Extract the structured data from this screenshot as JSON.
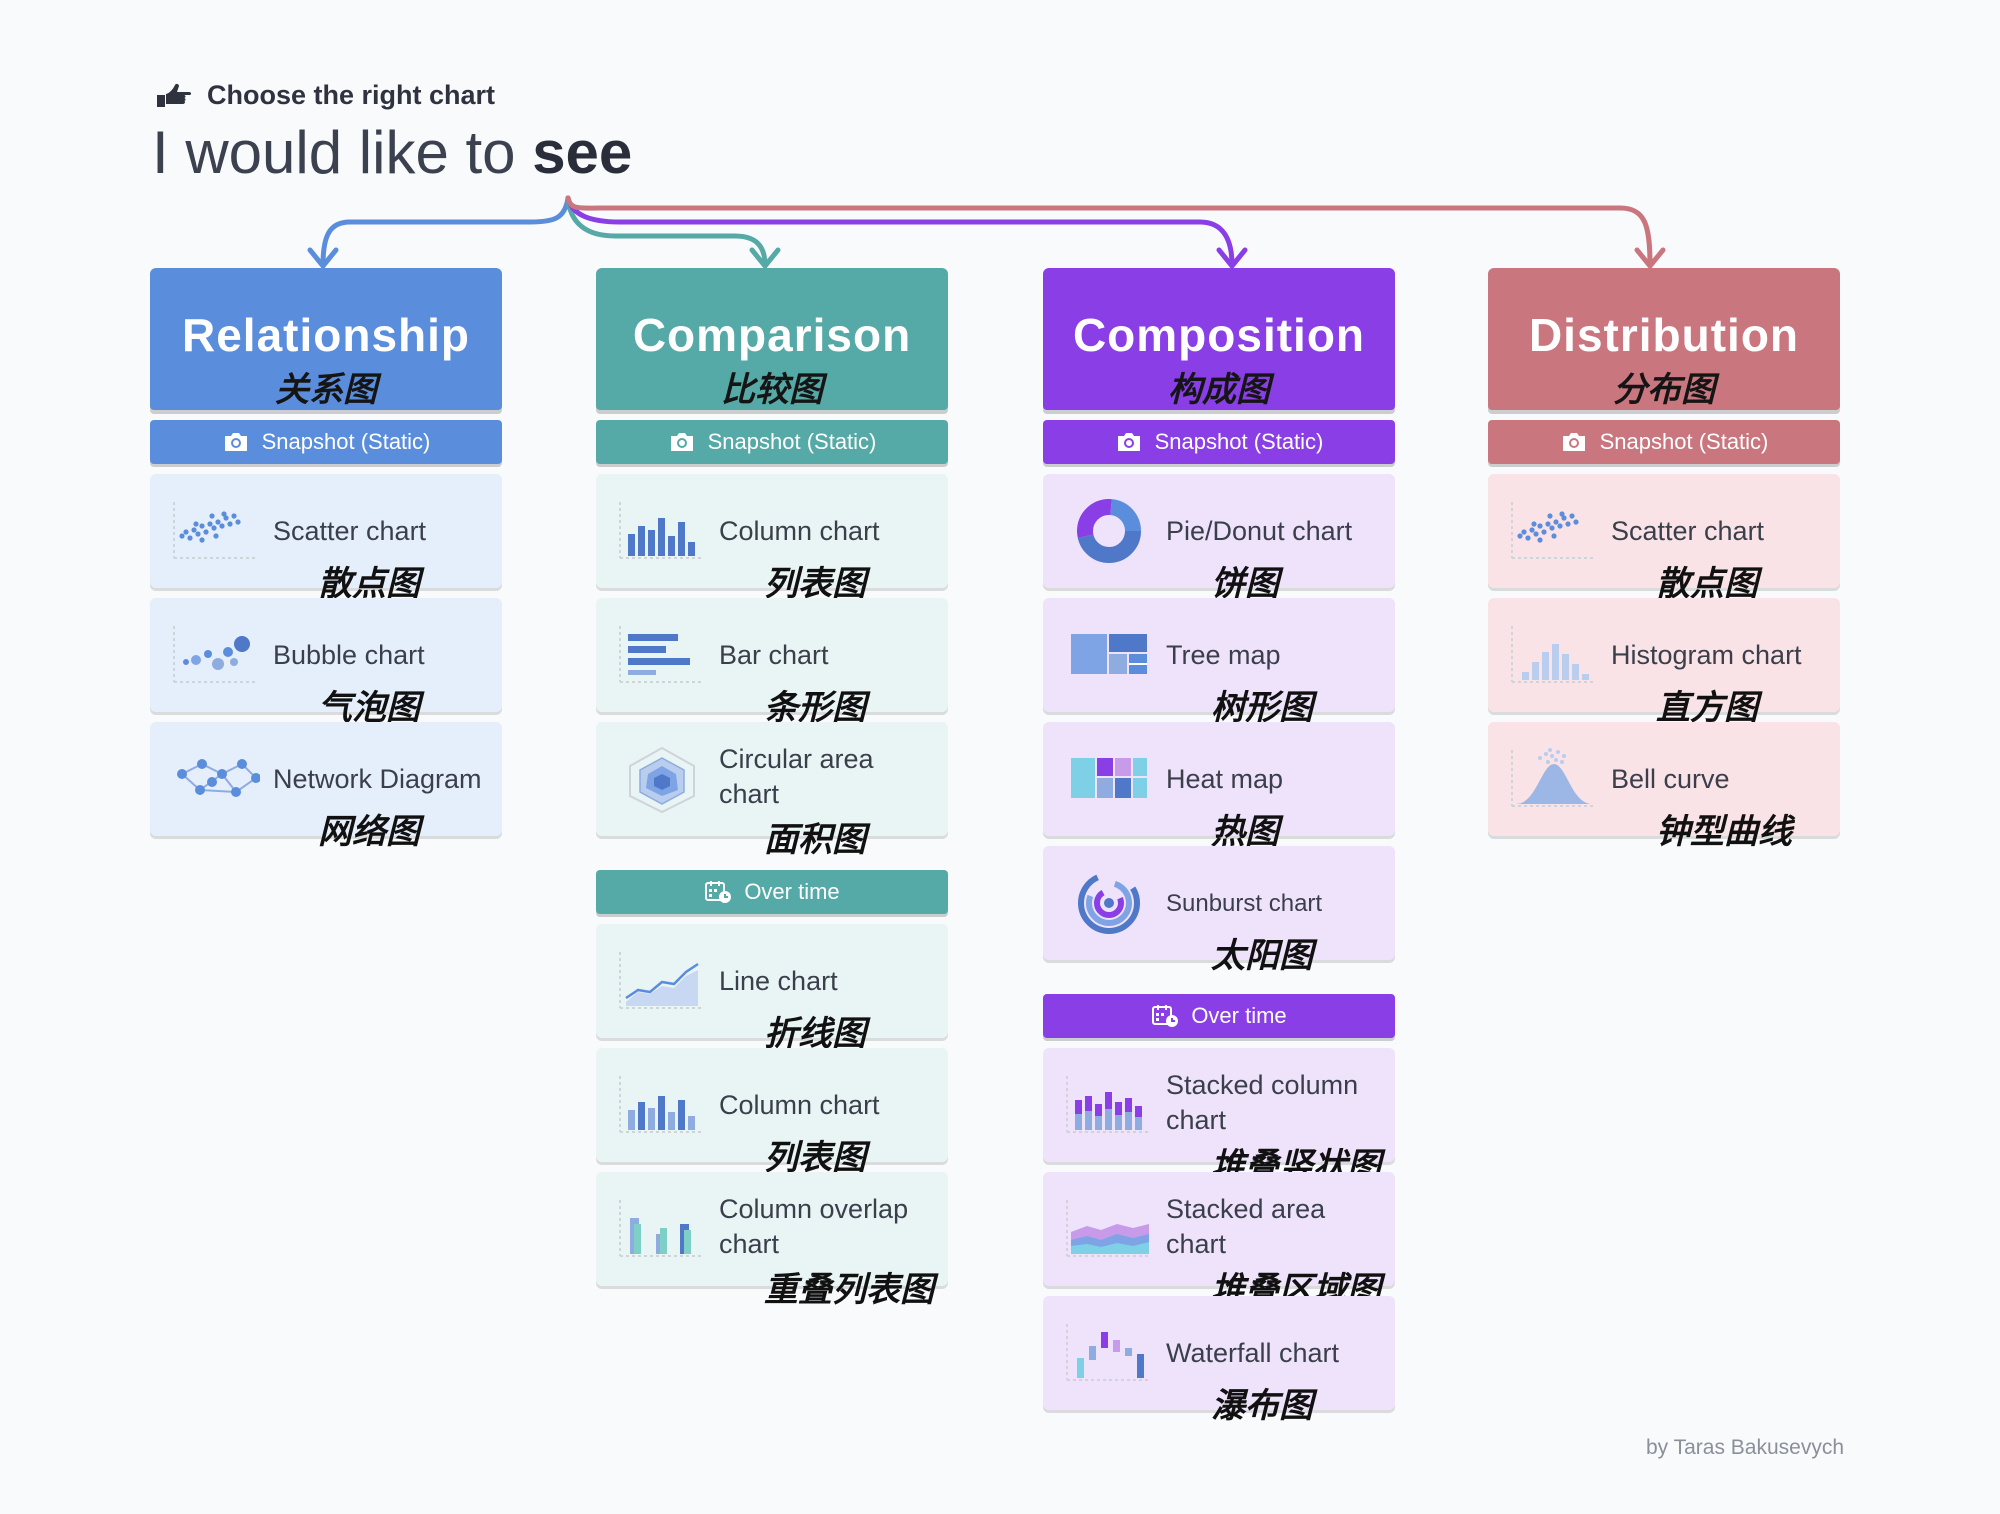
{
  "kicker": "Choose the right chart",
  "headline": {
    "prefix": "I would like to ",
    "emphasis": "see"
  },
  "credit": "by Taras Bakusevych",
  "colors": {
    "relationship": "#5b8ddd",
    "comparison": "#55a9a6",
    "composition": "#8a3ee6",
    "distribution": "#c9767f"
  },
  "columns": [
    {
      "id": "relationship",
      "title": "Relationship",
      "title_zh": "关系图",
      "sections": [
        {
          "label": "Snapshot (Static)",
          "icon": "camera-icon",
          "items": [
            {
              "en": "Scatter chart",
              "zh": "散点图",
              "thumb": "scatter"
            },
            {
              "en": "Bubble chart",
              "zh": "气泡图",
              "thumb": "bubble"
            },
            {
              "en": "Network Diagram",
              "zh": "网络图",
              "thumb": "network"
            }
          ]
        }
      ]
    },
    {
      "id": "comparison",
      "title": "Comparison",
      "title_zh": "比较图",
      "sections": [
        {
          "label": "Snapshot (Static)",
          "icon": "camera-icon",
          "items": [
            {
              "en": "Column chart",
              "zh": "列表图",
              "thumb": "column"
            },
            {
              "en": "Bar chart",
              "zh": "条形图",
              "thumb": "bar"
            },
            {
              "en": "Circular area chart",
              "zh": "面积图",
              "thumb": "radar"
            }
          ]
        },
        {
          "label": "Over time",
          "icon": "calendar-icon",
          "items": [
            {
              "en": "Line chart",
              "zh": "折线图",
              "thumb": "line"
            },
            {
              "en": "Column chart",
              "zh": "列表图",
              "thumb": "column-light"
            },
            {
              "en": "Column overlap chart",
              "zh": "重叠列表图",
              "thumb": "overlap"
            }
          ]
        }
      ]
    },
    {
      "id": "composition",
      "title": "Composition",
      "title_zh": "构成图",
      "sections": [
        {
          "label": "Snapshot (Static)",
          "icon": "camera-icon",
          "items": [
            {
              "en": "Pie/Donut chart",
              "zh": "饼图",
              "thumb": "donut"
            },
            {
              "en": "Tree map",
              "zh": "树形图",
              "thumb": "treemap"
            },
            {
              "en": "Heat map",
              "zh": "热图",
              "thumb": "heatmap"
            },
            {
              "en": "Sunburst chart",
              "zh": "太阳图",
              "thumb": "sunburst"
            }
          ]
        },
        {
          "label": "Over time",
          "icon": "calendar-icon",
          "items": [
            {
              "en": "Stacked column chart",
              "zh": "堆叠竖状图",
              "thumb": "stacked-column"
            },
            {
              "en": "Stacked area chart",
              "zh": "堆叠区域图",
              "thumb": "stacked-area"
            },
            {
              "en": "Waterfall chart",
              "zh": "瀑布图",
              "thumb": "waterfall"
            }
          ]
        }
      ]
    },
    {
      "id": "distribution",
      "title": "Distribution",
      "title_zh": "分布图",
      "sections": [
        {
          "label": "Snapshot (Static)",
          "icon": "camera-icon",
          "items": [
            {
              "en": "Scatter chart",
              "zh": "散点图",
              "thumb": "scatter"
            },
            {
              "en": "Histogram chart",
              "zh": "直方图",
              "thumb": "histogram"
            },
            {
              "en": "Bell curve",
              "zh": "钟型曲线",
              "thumb": "bell"
            }
          ]
        }
      ]
    }
  ]
}
